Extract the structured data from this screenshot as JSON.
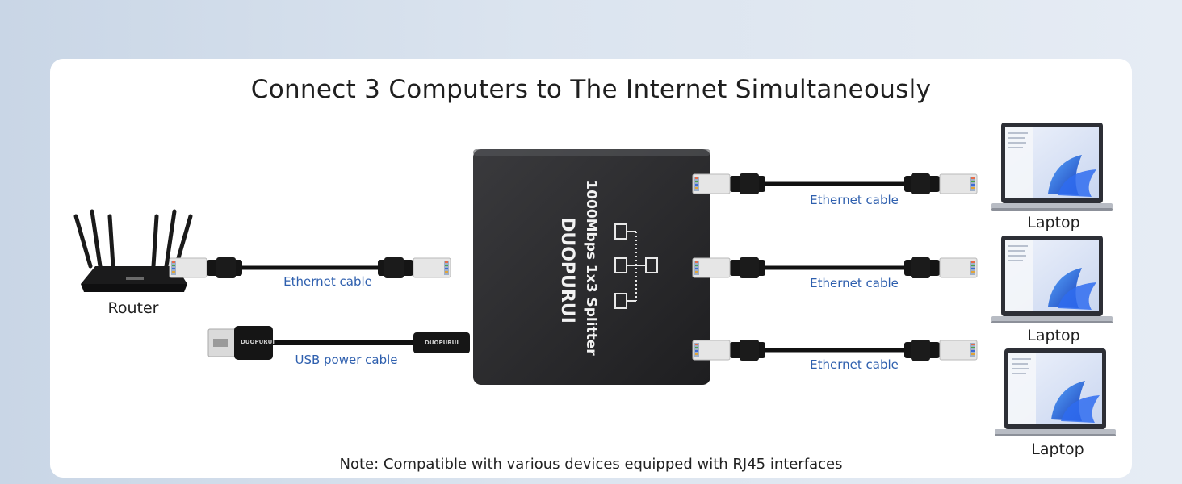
{
  "title": "Connect 3 Computers to The Internet Simultaneously",
  "labels": {
    "router": "Router",
    "laptop": "Laptop",
    "ethernet_cable": "Ethernet cable",
    "usb_power_cable": "USB power cable"
  },
  "device": {
    "brand": "DUOPURUI",
    "model": "1000Mbps 1x3 Splitter",
    "usb_plug_brand": "DUOPURUI"
  },
  "note": "Note: Compatible with various devices equipped with RJ45 interfaces",
  "colors": {
    "accent_blue": "#2e5fae",
    "hub_body": "#2b2b2d",
    "card": "#ffffff"
  }
}
